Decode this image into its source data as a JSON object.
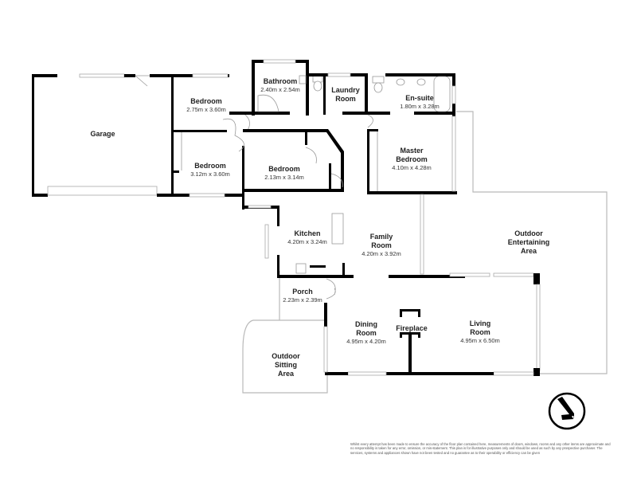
{
  "plan": {
    "rooms": [
      {
        "id": "garage",
        "name": "Garage",
        "dims": ""
      },
      {
        "id": "bedroom-1",
        "name": "Bedroom",
        "dims": "2.75m x 3.60m"
      },
      {
        "id": "bedroom-2",
        "name": "Bedroom",
        "dims": "3.12m x 3.60m"
      },
      {
        "id": "bathroom",
        "name": "Bathroom",
        "dims": "2.40m x 2.54m"
      },
      {
        "id": "laundry",
        "name": "Laundry Room",
        "name_lines": [
          "Laundry",
          "Room"
        ],
        "dims": ""
      },
      {
        "id": "ensuite",
        "name": "En-suite",
        "dims": "1.80m x 3.28m"
      },
      {
        "id": "bedroom-3",
        "name": "Bedroom",
        "dims": "2.13m x 3.14m"
      },
      {
        "id": "master",
        "name": "Master Bedroom",
        "name_lines": [
          "Master",
          "Bedroom"
        ],
        "dims": "4.10m x 4.28m"
      },
      {
        "id": "kitchen",
        "name": "Kitchen",
        "dims": "4.20m x 3.24m"
      },
      {
        "id": "family",
        "name": "Family Room",
        "name_lines": [
          "Family",
          "Room"
        ],
        "dims": "4.20m x 3.92m"
      },
      {
        "id": "outdoor-entertaining",
        "name": "Outdoor Entertaining Area",
        "name_lines": [
          "Outdoor",
          "Entertaining",
          "Area"
        ],
        "dims": ""
      },
      {
        "id": "porch",
        "name": "Porch",
        "dims": "2.23m x 2.39m"
      },
      {
        "id": "dining",
        "name": "Dining Room",
        "name_lines": [
          "Dining",
          "Room"
        ],
        "dims": "4.95m x 4.20m"
      },
      {
        "id": "fireplace",
        "name": "Fireplace",
        "dims": ""
      },
      {
        "id": "living",
        "name": "Living Room",
        "name_lines": [
          "Living",
          "Room"
        ],
        "dims": "4.95m x 6.50m"
      },
      {
        "id": "outdoor-sitting",
        "name": "Outdoor Sitting Area",
        "name_lines": [
          "Outdoor",
          "Sitting",
          "Area"
        ],
        "dims": ""
      }
    ],
    "compass": {
      "icon": "north-arrow-icon",
      "letter": "N"
    },
    "disclaimer": "Whilst every attempt has been made to ensure the accuracy of the floor plan contained here, measurements of doors, windows, rooms and any other items are approximate and no responsibility is taken for any error, omission, or mis-statement. This plan is for illustrative purposes only and should be used as such by any prospective purchaser. The services, systems and appliances shown have not been tested and no guarantee as to their operability or efficiency can be given"
  }
}
